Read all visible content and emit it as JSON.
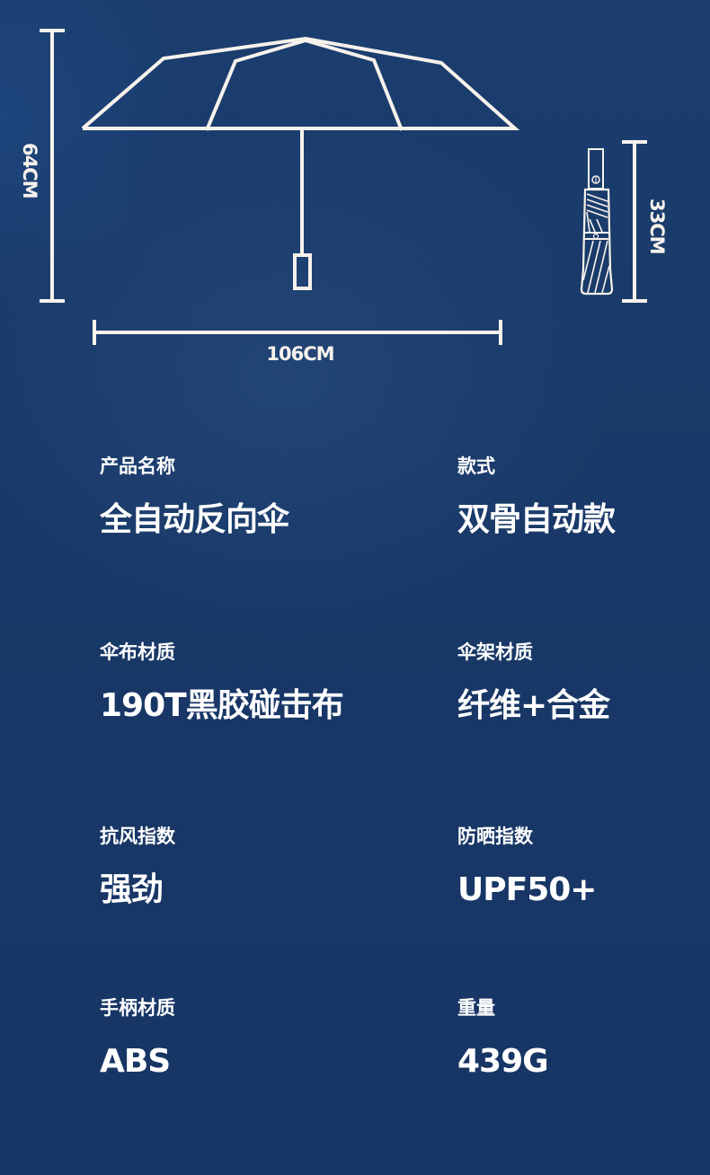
{
  "diagram": {
    "open_umbrella": {
      "height_label": "64CM",
      "width_label": "106CM"
    },
    "folded_umbrella": {
      "length_label": "33CM"
    },
    "line_color": "#f8f2ec",
    "background_color": "#1a3a69"
  },
  "specs": [
    {
      "label": "产品名称",
      "value": "全自动反向伞"
    },
    {
      "label": "款式",
      "value": "双骨自动款"
    },
    {
      "label": "伞布材质",
      "value": "190T黑胶碰击布"
    },
    {
      "label": "伞架材质",
      "value": "纤维+合金"
    },
    {
      "label": "抗风指数",
      "value": "强劲"
    },
    {
      "label": "防晒指数",
      "value": "UPF50+"
    },
    {
      "label": "手柄材质",
      "value": "ABS"
    },
    {
      "label": "重量",
      "value": "439G"
    }
  ]
}
